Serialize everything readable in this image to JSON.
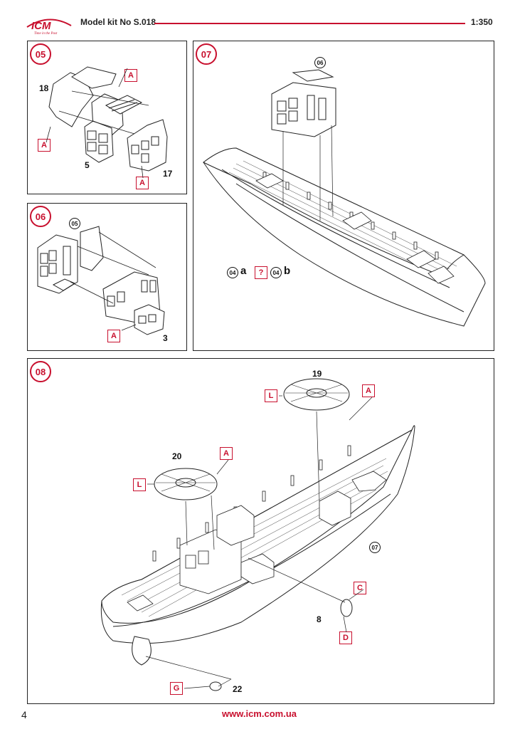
{
  "header": {
    "brand": "ICM",
    "tagline": "Time in the Past",
    "kit_title": "Model kit No S.018",
    "scale": "1:350"
  },
  "steps": [
    {
      "number": "05",
      "parts": [
        "18",
        "5",
        "17"
      ],
      "labels": [
        "A",
        "A",
        "A"
      ]
    },
    {
      "number": "06",
      "ref": "05",
      "parts": [
        "3"
      ],
      "labels": [
        "A"
      ]
    },
    {
      "number": "07",
      "ref": "06",
      "variant_a_ref": "04",
      "variant_a": "a",
      "unknown": "?",
      "variant_b_ref": "04",
      "variant_b": "b"
    },
    {
      "number": "08",
      "ref": "07",
      "parts": [
        "19",
        "20",
        "8",
        "22"
      ],
      "labels": [
        "L",
        "A",
        "L",
        "A",
        "C",
        "D",
        "G"
      ]
    }
  ],
  "footer": {
    "url": "www.icm.com.ua",
    "page_number": "4"
  },
  "colors": {
    "accent": "#c8102e",
    "line": "#222222"
  }
}
